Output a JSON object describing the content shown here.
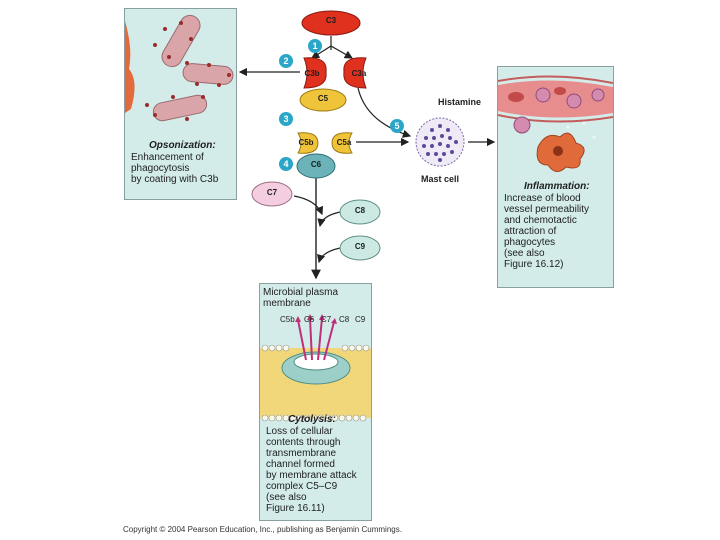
{
  "colors": {
    "panel_bg": "#d3ecea",
    "c3_red": "#e0301e",
    "c5_yellow": "#f0c43a",
    "c6_teal": "#6bb3b8",
    "c7_pink": "#f5cde0",
    "c8_c9_teal": "#cde9e3",
    "step_blue": "#2aa6c9",
    "membrane_yellow": "#f2d77a"
  },
  "steps": [
    "1",
    "2",
    "3",
    "4",
    "5"
  ],
  "components": {
    "c3": "C3",
    "c3b": "C3b",
    "c3a": "C3a",
    "c5": "C5",
    "c5b": "C5b",
    "c5a": "C5a",
    "c6": "C6",
    "c7": "C7",
    "c8": "C8",
    "c9": "C9"
  },
  "mast_cell": {
    "histamine": "Histamine",
    "label": "Mast cell"
  },
  "opsonization": {
    "title": "Opsonization:",
    "body": "Enhancement of\nphagocytosis\nby coating with C3b"
  },
  "inflammation": {
    "title": "Inflammation:",
    "body": "Increase of blood\nvessel permeability\nand chemotactic\nattraction of\nphagocytes\n(see also\nFigure 16.12)"
  },
  "cytolysis": {
    "header": "Microbial plasma\nmembrane",
    "complex_labels": [
      "C5b",
      "C6",
      "C7",
      "C8",
      "C9"
    ],
    "title": "Cytolysis:",
    "body": "Loss of cellular\ncontents through\ntransmembrane\nchannel formed\nby membrane attack\ncomplex C5–C9\n(see also\nFigure 16.11)"
  },
  "copyright": "Copyright © 2004 Pearson Education, Inc., publishing as Benjamin Cummings."
}
